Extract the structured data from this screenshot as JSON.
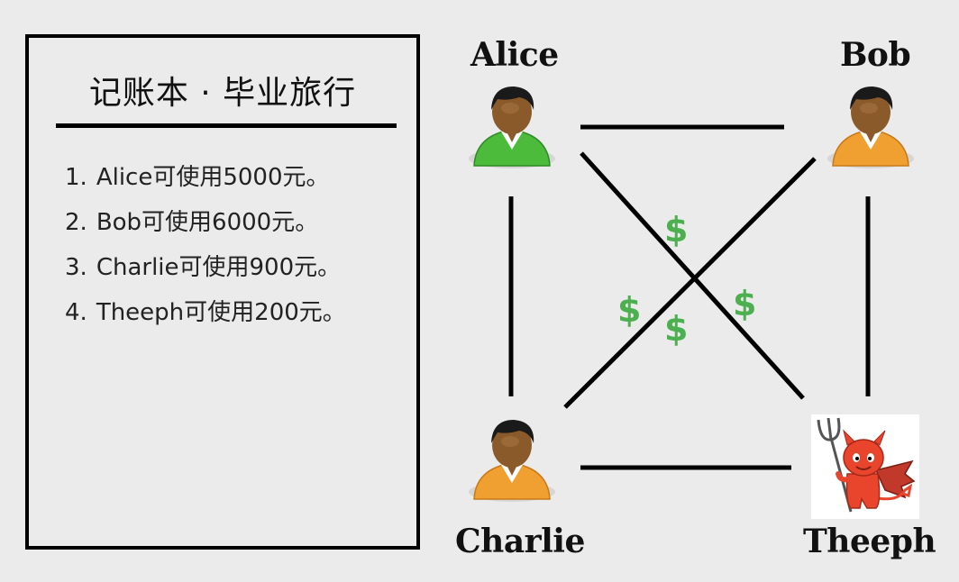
{
  "ledger": {
    "title": "记账本 · 毕业旅行",
    "items": [
      {
        "num": "1.",
        "text": "Alice可使用5000元。"
      },
      {
        "num": "2.",
        "text": "Bob可使用6000元。"
      },
      {
        "num": "3.",
        "text": "Charlie可使用900元。"
      },
      {
        "num": "4.",
        "text": "Theeph可使用200元。"
      }
    ]
  },
  "nodes": {
    "alice": "Alice",
    "bob": "Bob",
    "charlie": "Charlie",
    "theeph": "Theeph"
  },
  "dollar_symbol": "$",
  "colors": {
    "dollar": "#4caf50",
    "alice_shirt": "#4cbb3c",
    "others_shirt": "#f0a030",
    "devil": "#e8452c"
  }
}
